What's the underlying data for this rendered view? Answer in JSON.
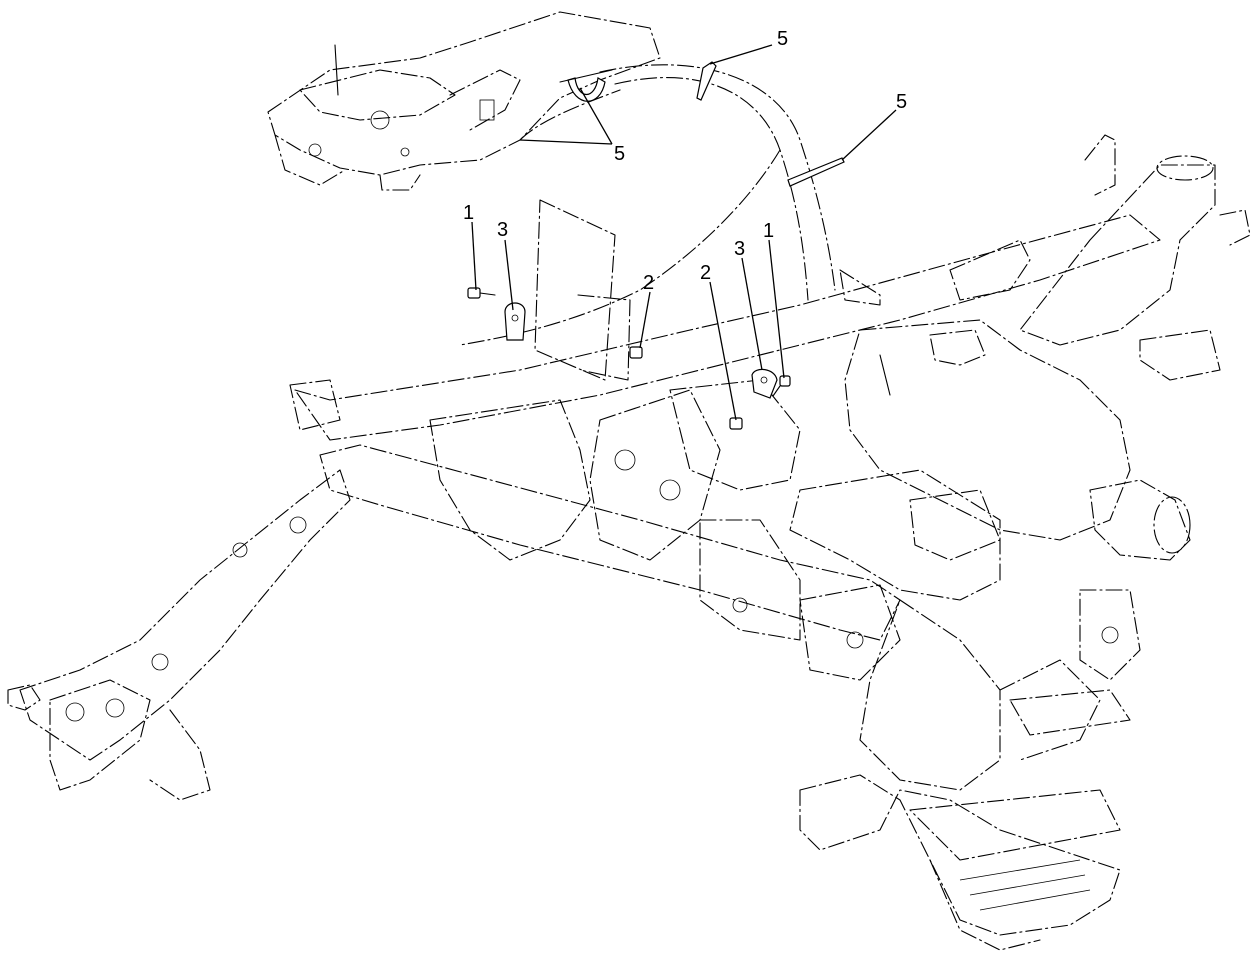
{
  "diagram": {
    "callouts": {
      "c1_left": "1",
      "c3_left": "3",
      "c2_left": "2",
      "c2_center": "2",
      "c3_center": "3",
      "c1_center": "1",
      "c5_top": "5",
      "c5_upper_left": "5",
      "c5_right": "5"
    }
  }
}
